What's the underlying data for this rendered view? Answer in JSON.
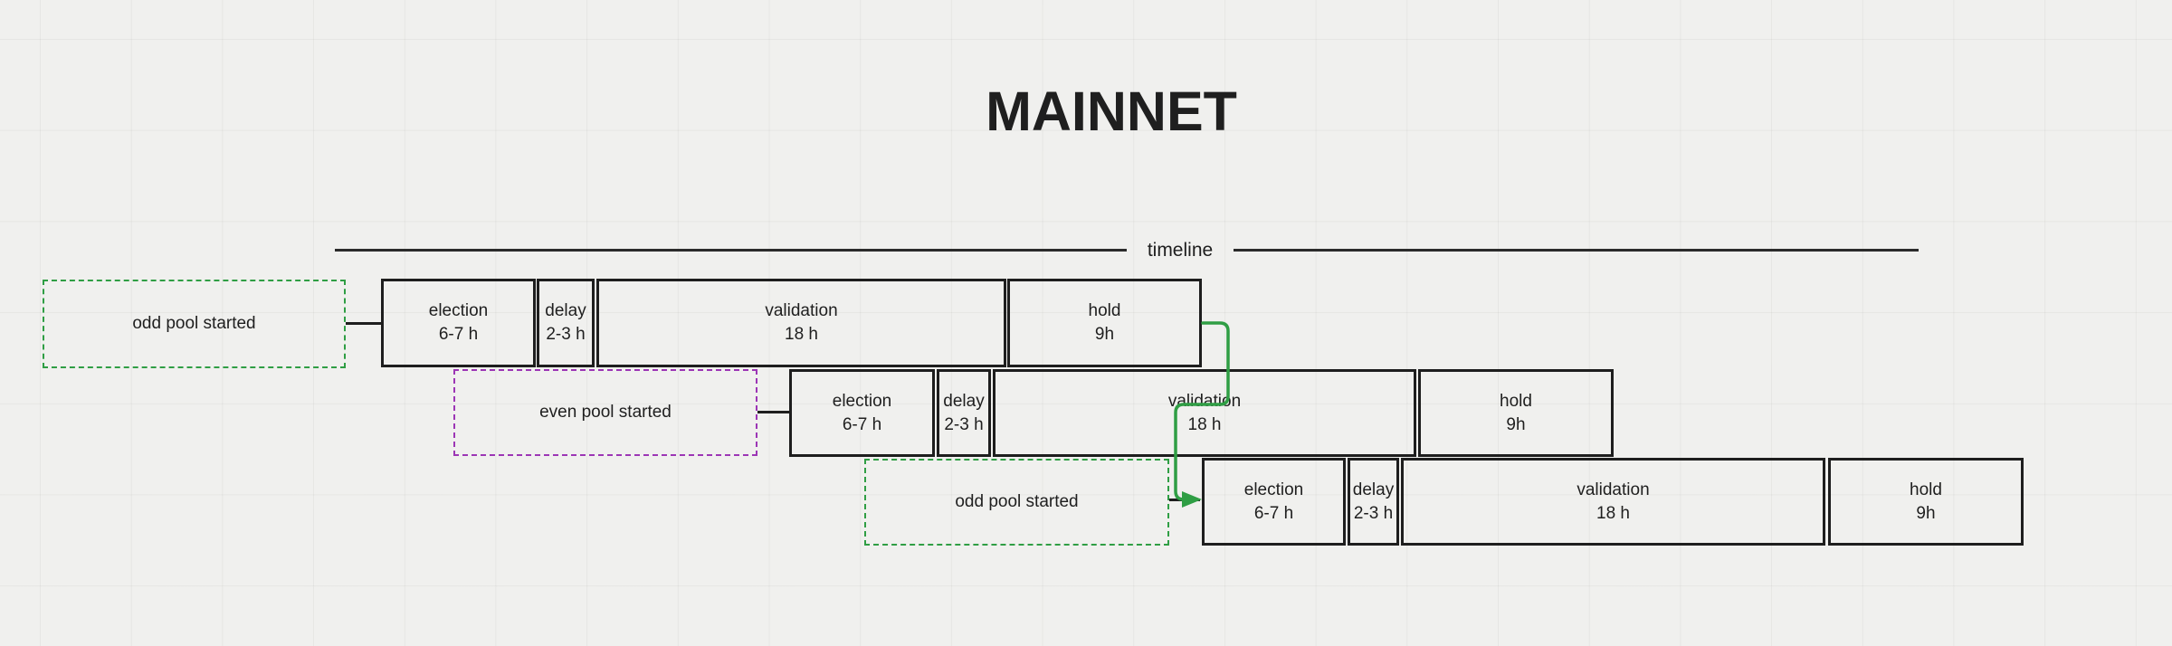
{
  "title": "MAINNET",
  "timeline": {
    "label": "timeline"
  },
  "colors": {
    "stroke": "#1e1e1e",
    "green": "#2f9e44",
    "purple": "#9c36b5",
    "background": "#f0f0ee"
  },
  "rows": [
    {
      "start_label": "odd pool started",
      "start_color": "green",
      "phases": [
        {
          "label": "election",
          "duration": "6-7 h"
        },
        {
          "label": "delay",
          "duration": "2-3 h"
        },
        {
          "label": "validation",
          "duration": "18 h"
        },
        {
          "label": "hold",
          "duration": "9h"
        }
      ]
    },
    {
      "start_label": "even pool started",
      "start_color": "purple",
      "phases": [
        {
          "label": "election",
          "duration": "6-7 h"
        },
        {
          "label": "delay",
          "duration": "2-3 h"
        },
        {
          "label": "validation",
          "duration": "18 h"
        },
        {
          "label": "hold",
          "duration": "9h"
        }
      ]
    },
    {
      "start_label": "odd pool started",
      "start_color": "green",
      "phases": [
        {
          "label": "election",
          "duration": "6-7 h"
        },
        {
          "label": "delay",
          "duration": "2-3 h"
        },
        {
          "label": "validation",
          "duration": "18 h"
        },
        {
          "label": "hold",
          "duration": "9h"
        }
      ]
    }
  ]
}
